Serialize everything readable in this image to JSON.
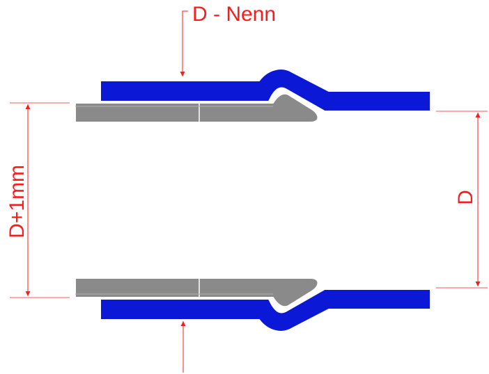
{
  "labels": {
    "top_nominal": "D - Nenn",
    "left_dimension": "D+1mm",
    "right_dimension": "D"
  },
  "colors": {
    "pipe": "#0b18d6",
    "insert": "#8a8a8a",
    "annotation": "#ff1a1a",
    "background": "#ffffff"
  }
}
